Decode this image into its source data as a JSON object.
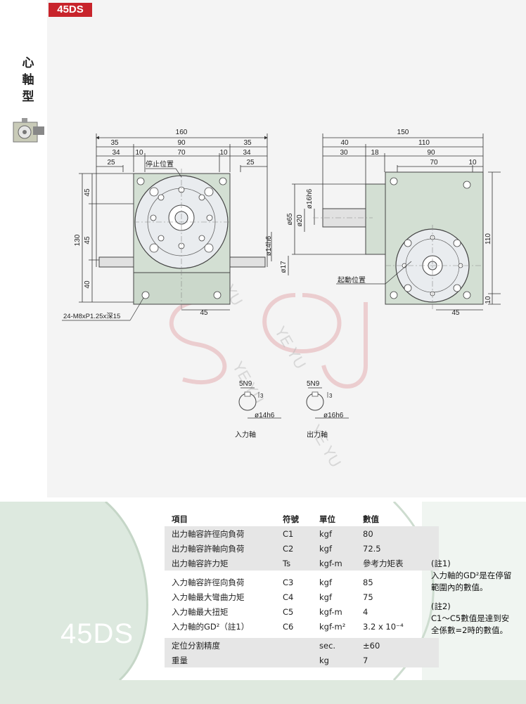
{
  "header": {
    "model_badge": "45DS"
  },
  "side_title": [
    "心",
    "軸",
    "型"
  ],
  "front_view": {
    "dims_top": [
      "160",
      "35",
      "90",
      "35",
      "34",
      "10",
      "70",
      "10",
      "34",
      "25",
      "25"
    ],
    "dims_left": [
      "130",
      "45",
      "45",
      "40"
    ],
    "label_stop": "停止位置",
    "shaft_dia": "ø14h6",
    "shaft_dia_2": "ø17",
    "bottom_dim": "45",
    "holes_note": "24-M8xP1.25x深15"
  },
  "side_view": {
    "dims_top": [
      "150",
      "40",
      "110",
      "30",
      "18",
      "90",
      "70",
      "10"
    ],
    "dims_left": [
      "ø65",
      "ø20",
      "ø16h6"
    ],
    "dims_right": [
      "110",
      "10"
    ],
    "label_start": "起動位置",
    "bottom_dim": "45"
  },
  "shaft_details": {
    "input": {
      "key": "5N9",
      "depth": "3",
      "dia": "ø14h6",
      "label": "入力軸"
    },
    "output": {
      "key": "5N9",
      "depth": "3",
      "dia": "ø16h6",
      "label": "出力軸"
    }
  },
  "spec_table": {
    "model_label": "45DS",
    "headers": [
      "項目",
      "符號",
      "單位",
      "數值"
    ],
    "rows": [
      [
        "出力軸容許徑向負荷",
        "C1",
        "kgf",
        "80"
      ],
      [
        "出力軸容許軸向負荷",
        "C2",
        "kgf",
        "72.5"
      ],
      [
        "出力軸容許力矩",
        "Ts",
        "kgf-m",
        "參考力矩表"
      ],
      [
        "入力軸容許徑向負荷",
        "C3",
        "kgf",
        "85"
      ],
      [
        "入力軸最大彎曲力矩",
        "C4",
        "kgf",
        "75"
      ],
      [
        "入力軸最大扭矩",
        "C5",
        "kgf-m",
        "4"
      ],
      [
        "入力軸的GD²（註1）",
        "C6",
        "kgf-m²",
        "3.2 x 10⁻⁴"
      ],
      [
        "定位分割精度",
        "",
        "sec.",
        "±60"
      ],
      [
        "重量",
        "",
        "kg",
        "7"
      ]
    ]
  },
  "notes": [
    {
      "title": "(註1)",
      "text": "入力軸的GD²是在停留範圍內的數值。"
    },
    {
      "title": "(註2)",
      "text": "C1～C5數值是達到安全係數=2時的數值。"
    }
  ],
  "colors": {
    "badge": "#c8242b",
    "body": "#d3dfd3",
    "band": "#dde9df"
  }
}
